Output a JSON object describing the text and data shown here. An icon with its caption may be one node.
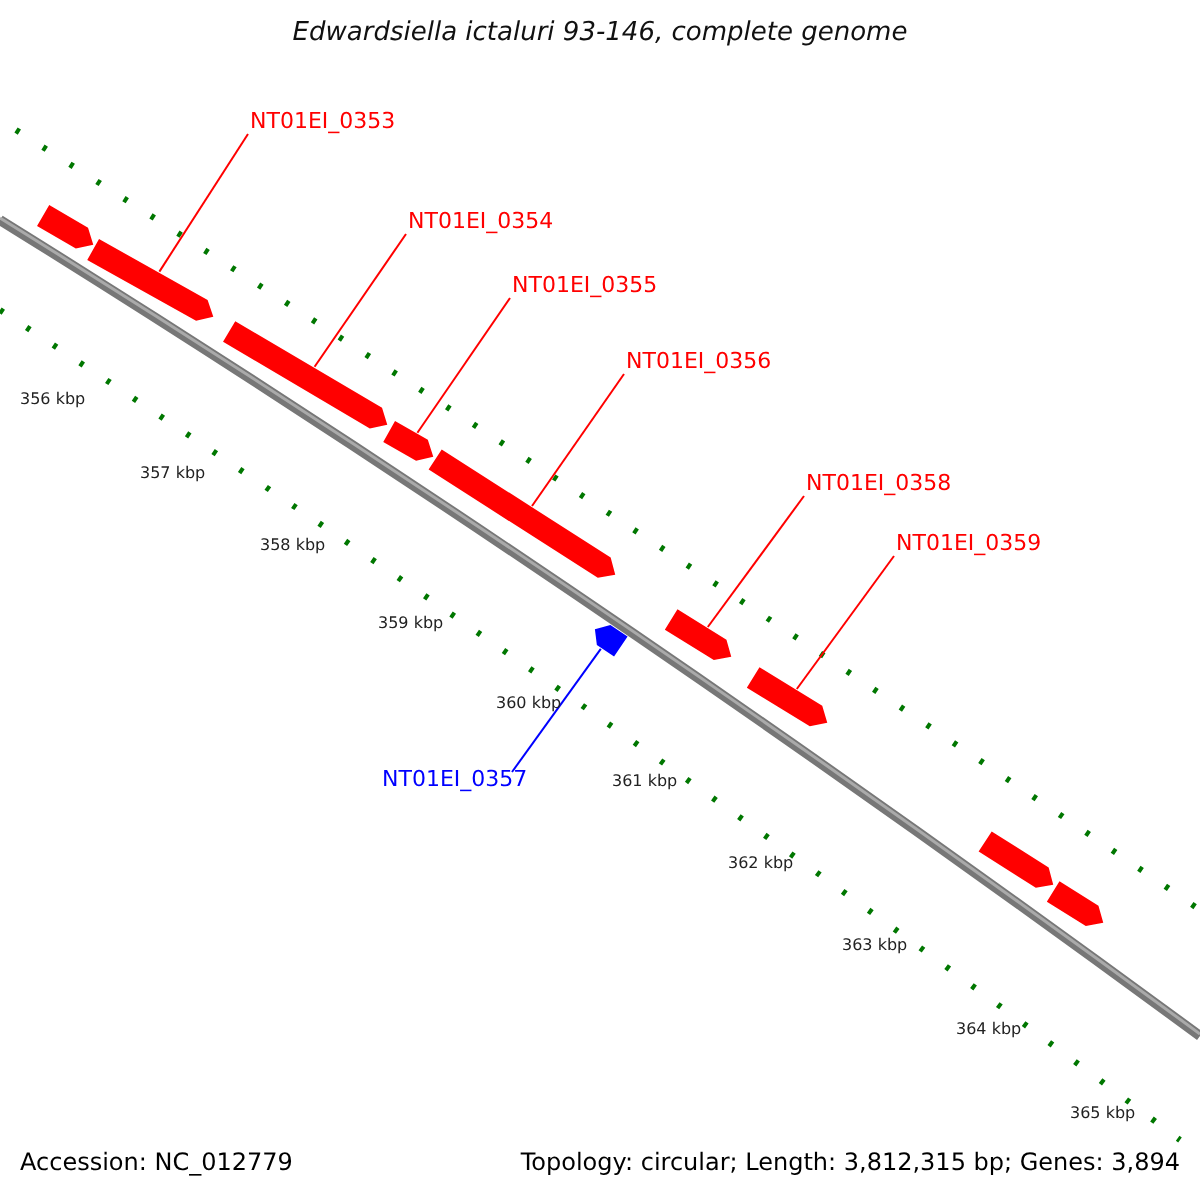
{
  "diagram": {
    "title": "Edwardsiella ictaluri 93-146, complete genome",
    "nodes": [
      {
        "text": [
          "NT01EI_0353"
        ]
      },
      {
        "text": [
          "NT01EI_0354"
        ]
      },
      {
        "text": [
          "NT01EI_0355"
        ]
      },
      {
        "text": [
          "NT01EI_0356"
        ]
      },
      {
        "text": [
          "NT01EI_0357"
        ]
      },
      {
        "text": [
          "NT01EI_0358"
        ]
      },
      {
        "text": [
          "NT01EI_0359"
        ]
      },
      {
        "text": [],
        "shape": "arrow"
      },
      {
        "text": [],
        "shape": "arrow"
      },
      {
        "text": [],
        "shape": "arrow"
      },
      {
        "text": [],
        "shape": "arrow"
      },
      {
        "text": [],
        "shape": "arrow"
      },
      {
        "text": [],
        "shape": "arrow"
      },
      {
        "text": [],
        "shape": "arrow"
      },
      {
        "text": [],
        "shape": "arrow"
      },
      {
        "text": [],
        "shape": "arrow"
      },
      {
        "text": [],
        "shape": "arrow"
      }
    ],
    "edges": [
      {
        "from": 0,
        "to": 8,
        "arrow": "none"
      },
      {
        "from": 1,
        "to": 9,
        "arrow": "none"
      },
      {
        "from": 2,
        "to": 10,
        "arrow": "none"
      },
      {
        "from": 3,
        "to": 11,
        "arrow": "none"
      },
      {
        "from": 4,
        "to": 12,
        "arrow": "none",
        "color": "#0000ff"
      },
      {
        "from": 5,
        "to": 13,
        "arrow": "none"
      },
      {
        "from": 6,
        "to": 14,
        "arrow": "none"
      }
    ],
    "labels": [
      "356 kbp",
      "357 kbp",
      "358 kbp",
      "359 kbp",
      "360 kbp",
      "361 kbp",
      "362 kbp",
      "363 kbp",
      "364 kbp",
      "365 kbp",
      "Accession: NC_012779",
      "Topology: circular; Length: 3,812,315 bp; Genes: 3,894"
    ]
  }
}
